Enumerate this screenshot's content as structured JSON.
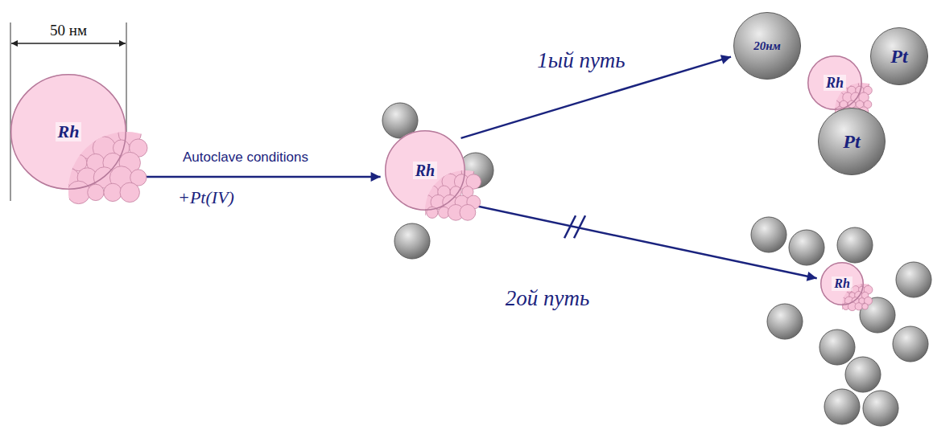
{
  "diagram": {
    "nodes": [
      {
        "text": [
          "Rh"
        ]
      },
      {
        "text": [
          "Rh"
        ]
      },
      {
        "text": [
          "Rh"
        ]
      },
      {
        "text": [
          "20нм"
        ]
      },
      {
        "text": [
          "Pt"
        ]
      },
      {
        "text": [
          "Pt"
        ]
      },
      {
        "text": [
          "Rh"
        ]
      }
    ],
    "edges": [
      {
        "from": 0,
        "to": 1,
        "arrow": "to",
        "label": "Autoclave conditions"
      },
      {
        "from": 1,
        "to": 3,
        "arrow": "to",
        "label": "1ый путь"
      },
      {
        "from": 1,
        "to": 6,
        "arrow": "to",
        "label": "2ой путь"
      }
    ],
    "labels": [
      "50 нм",
      "+Pt(IV)"
    ]
  }
}
